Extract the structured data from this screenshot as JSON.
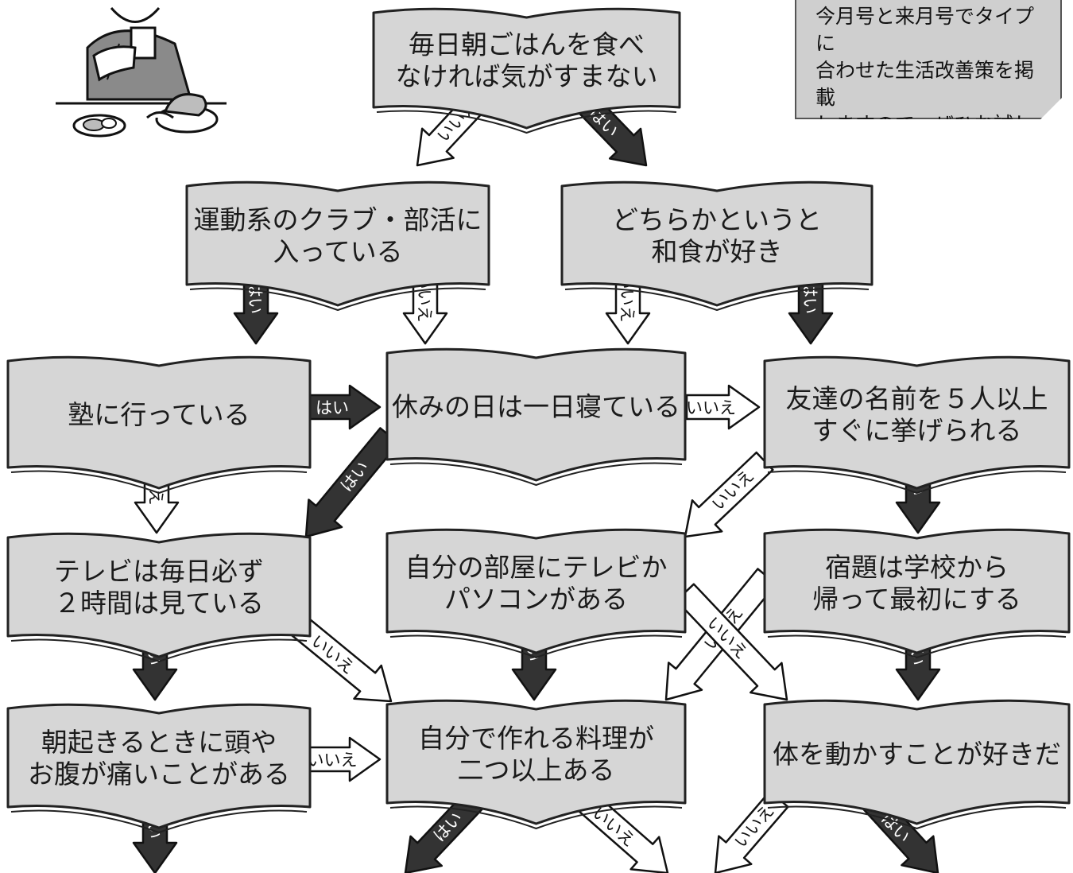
{
  "note": {
    "text": "今月号と来月号でタイプに\n合わせた生活改善策を掲載\nしますので、ぜひお試しく\nださい！"
  },
  "boxes": [
    {
      "id": "breakfast",
      "lines": [
        "毎日朝ごはんを食べ",
        "なければ気がすまない"
      ]
    },
    {
      "id": "sports_club",
      "lines": [
        "運動系のクラブ・部活に",
        "入っている"
      ]
    },
    {
      "id": "japanese_food",
      "lines": [
        "どちらかというと",
        "和食が好き"
      ]
    },
    {
      "id": "cram_school",
      "lines": [
        "塾に行っている"
      ]
    },
    {
      "id": "sleep_holiday",
      "lines": [
        "休みの日は一日寝ている"
      ]
    },
    {
      "id": "friends_names",
      "lines": [
        "友達の名前を５人以上",
        "すぐに挙げられる"
      ]
    },
    {
      "id": "tv_daily",
      "lines": [
        "テレビは毎日必ず",
        "２時間は見ている"
      ]
    },
    {
      "id": "tv_pc_room",
      "lines": [
        "自分の部屋にテレビか",
        "パソコンがある"
      ]
    },
    {
      "id": "homework_first",
      "lines": [
        "宿題は学校から",
        "帰って最初にする"
      ]
    },
    {
      "id": "morning_ache",
      "lines": [
        "朝起きるときに頭や",
        "お腹が痛いことがある"
      ]
    },
    {
      "id": "cook_dishes",
      "lines": [
        "自分で作れる料理が",
        "二つ以上ある"
      ]
    },
    {
      "id": "like_exercise",
      "lines": [
        "体を動かすことが好きだ"
      ]
    }
  ],
  "arrows": [
    {
      "id": "a1",
      "label": "いいえ",
      "answer": "no"
    },
    {
      "id": "a2",
      "label": "はい",
      "answer": "yes"
    },
    {
      "id": "a3",
      "label": "はい",
      "answer": "yes"
    },
    {
      "id": "a4",
      "label": "いいえ",
      "answer": "no"
    },
    {
      "id": "a5",
      "label": "いいえ",
      "answer": "no"
    },
    {
      "id": "a6",
      "label": "はい",
      "answer": "yes"
    },
    {
      "id": "a7",
      "label": "はい",
      "answer": "yes"
    },
    {
      "id": "a8",
      "label": "いいえ",
      "answer": "no"
    },
    {
      "id": "a9",
      "label": "いいえ",
      "answer": "no"
    },
    {
      "id": "a10",
      "label": "はい",
      "answer": "yes"
    },
    {
      "id": "a11",
      "label": "いいえ",
      "answer": "no"
    },
    {
      "id": "a12",
      "label": "はい",
      "answer": "yes"
    },
    {
      "id": "a13",
      "label": "はい",
      "answer": "yes"
    },
    {
      "id": "a14",
      "label": "いいえ",
      "answer": "no"
    },
    {
      "id": "a15",
      "label": "はい",
      "answer": "yes"
    },
    {
      "id": "a16",
      "label": "いいえ",
      "answer": "no"
    },
    {
      "id": "a17",
      "label": "いいえ",
      "answer": "no"
    },
    {
      "id": "a18",
      "label": "はい",
      "answer": "yes"
    },
    {
      "id": "a19",
      "label": "いいえ",
      "answer": "no"
    },
    {
      "id": "a20",
      "label": "はい",
      "answer": "yes"
    },
    {
      "id": "a21",
      "label": "はい",
      "answer": "yes"
    },
    {
      "id": "a22",
      "label": "いいえ",
      "answer": "no"
    },
    {
      "id": "a23",
      "label": "いいえ",
      "answer": "no"
    },
    {
      "id": "a24",
      "label": "はい",
      "answer": "yes"
    }
  ],
  "colors": {
    "box_fill": "#d6d6d6",
    "box_stroke": "#222222",
    "yes_arrow": "#333333",
    "no_arrow": "#ffffff",
    "note_fill": "#cfcfcf"
  }
}
